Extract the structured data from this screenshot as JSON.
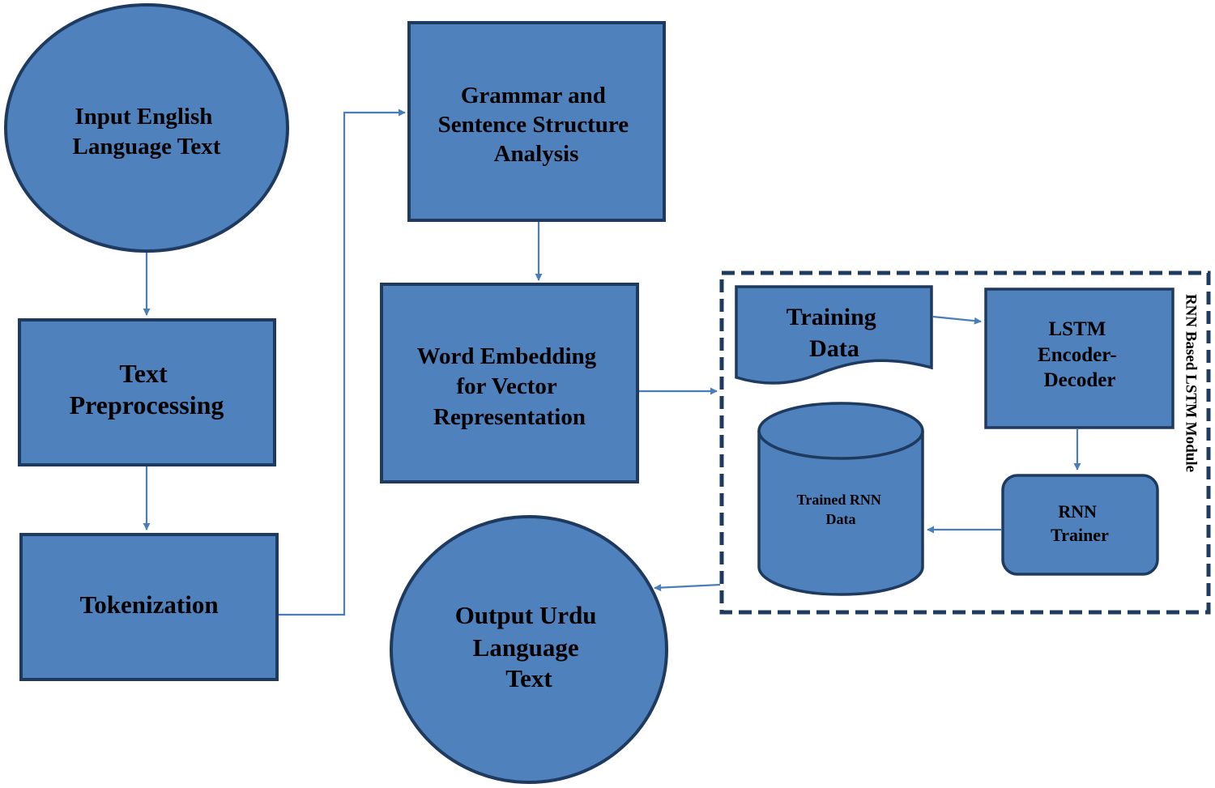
{
  "nodes": {
    "input_text": [
      "Input English",
      "Language Text"
    ],
    "text_preprocessing": [
      "Text",
      "Preprocessing"
    ],
    "tokenization": [
      "Tokenization"
    ],
    "grammar_analysis": [
      "Grammar and",
      "Sentence Structure",
      "Analysis"
    ],
    "word_embedding": [
      "Word Embedding",
      "for Vector",
      "Representation"
    ],
    "training_data": [
      "Training",
      "Data"
    ],
    "lstm_encoder_decoder": [
      "LSTM",
      "Encoder-",
      "Decoder"
    ],
    "trained_rnn_data": [
      "Trained RNN",
      "Data"
    ],
    "rnn_trainer": [
      "RNN",
      "Trainer"
    ],
    "output_text": [
      "Output Urdu",
      "Language",
      "Text"
    ]
  },
  "module_label": "RNN Based LSTM Module",
  "colors": {
    "node_fill": "#4F81BD",
    "node_stroke": "#1F3A5F",
    "arrow": "#4A7EBB"
  }
}
